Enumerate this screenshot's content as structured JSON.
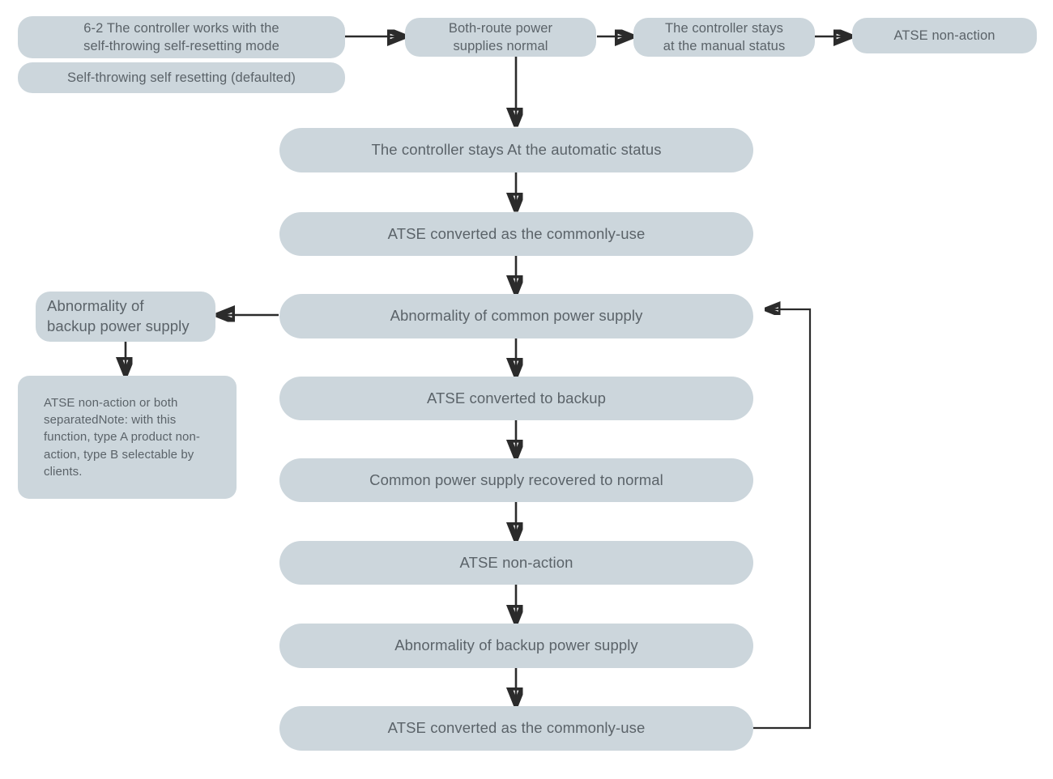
{
  "diagram": {
    "title": "6-2 The controller works with the self-throwing self-resetting mode",
    "colors": {
      "node_fill": "#ccd6dc",
      "node_text": "#5b6369",
      "edge": "#2b2b2b",
      "background": "#ffffff"
    },
    "nodes": {
      "mode_title": "6-2 The controller works with the\nself-throwing self-resetting mode",
      "mode_default": "Self-throwing self resetting (defaulted)",
      "both_route_normal": "Both-route power\nsupplies normal",
      "manual_status": "The controller stays\nat the manual status",
      "atse_non_action_top": "ATSE non-action",
      "automatic_status": "The controller stays At the automatic status",
      "converted_commonly_use_1": "ATSE converted as the commonly-use",
      "abnormality_common": "Abnormality of common power supply",
      "abnormality_backup_left": "Abnormality of\nbackup power supply",
      "note_box": "ATSE non-action or both separatedNote: with this function, type A product non-action, type B selectable by clients.",
      "converted_to_backup": "ATSE converted to backup",
      "common_recovered": "Common power supply recovered to normal",
      "atse_non_action_mid": "ATSE non-action",
      "abnormality_backup_main": "Abnormality of backup power supply",
      "converted_commonly_use_2": "ATSE converted as the commonly-use"
    },
    "edges": [
      {
        "from": "mode_title",
        "to": "both_route_normal",
        "direction": "right"
      },
      {
        "from": "both_route_normal",
        "to": "manual_status",
        "direction": "right"
      },
      {
        "from": "manual_status",
        "to": "atse_non_action_top",
        "direction": "right"
      },
      {
        "from": "both_route_normal",
        "to": "automatic_status",
        "direction": "down"
      },
      {
        "from": "automatic_status",
        "to": "converted_commonly_use_1",
        "direction": "down"
      },
      {
        "from": "converted_commonly_use_1",
        "to": "abnormality_common",
        "direction": "down"
      },
      {
        "from": "abnormality_common",
        "to": "abnormality_backup_left",
        "direction": "left"
      },
      {
        "from": "abnormality_backup_left",
        "to": "note_box",
        "direction": "down"
      },
      {
        "from": "abnormality_common",
        "to": "converted_to_backup",
        "direction": "down"
      },
      {
        "from": "converted_to_backup",
        "to": "common_recovered",
        "direction": "down"
      },
      {
        "from": "common_recovered",
        "to": "atse_non_action_mid",
        "direction": "down"
      },
      {
        "from": "atse_non_action_mid",
        "to": "abnormality_backup_main",
        "direction": "down"
      },
      {
        "from": "abnormality_backup_main",
        "to": "converted_commonly_use_2",
        "direction": "down"
      },
      {
        "from": "converted_commonly_use_2",
        "to": "abnormality_common",
        "direction": "loop-right-up"
      }
    ]
  }
}
